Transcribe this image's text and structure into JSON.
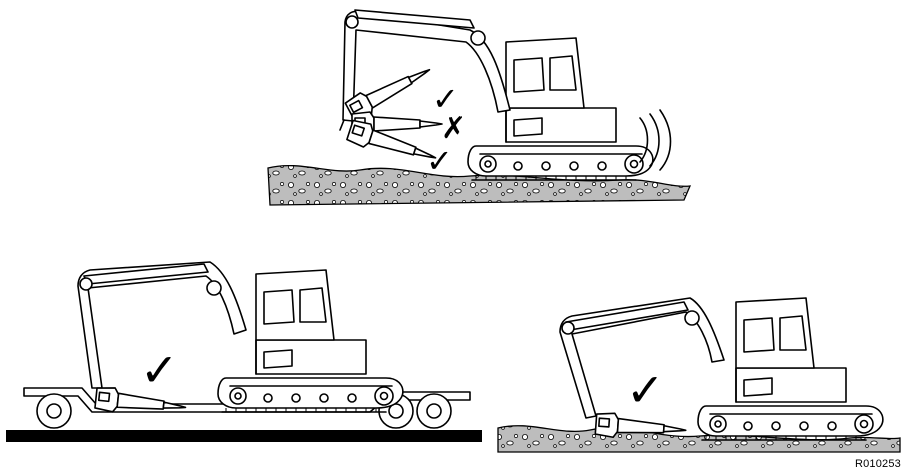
{
  "figure": {
    "reference_code": "R010253",
    "marks": {
      "ok_symbol": "✓",
      "wrong_symbol": "✗"
    },
    "panels": [
      {
        "name": "breaker-positions-on-ground",
        "marks": [
          "ok",
          "wrong",
          "ok"
        ]
      },
      {
        "name": "breaker-lowered-on-trailer",
        "marks": [
          "ok"
        ]
      },
      {
        "name": "breaker-lowered-on-ground",
        "marks": [
          "ok"
        ]
      }
    ]
  }
}
